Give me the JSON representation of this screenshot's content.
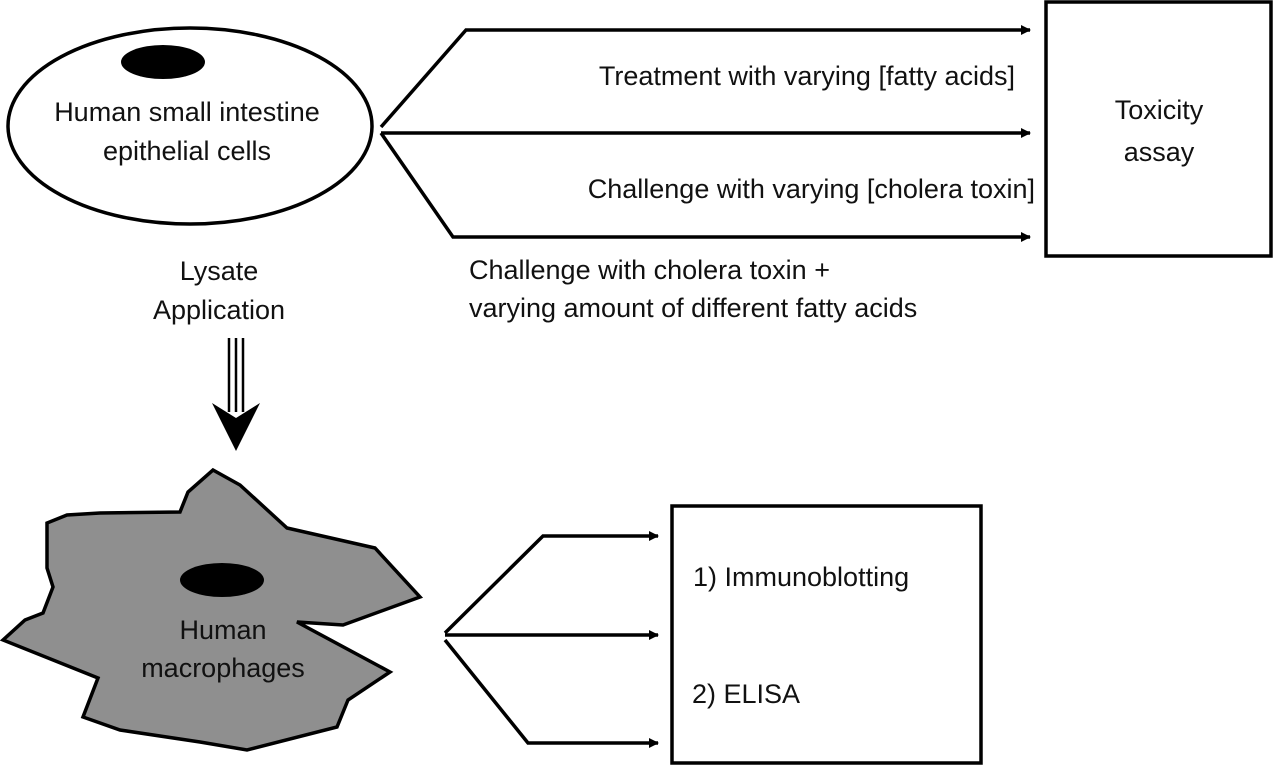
{
  "diagram": {
    "epithelial_cell": {
      "label_line1": "Human small intestine",
      "label_line2": "epithelial cells",
      "fill": "#ffffff",
      "nucleus_color": "#000000"
    },
    "branches_top": [
      {
        "label": "Treatment with varying [fatty acids]"
      },
      {
        "label": "Challenge with varying [cholera toxin]"
      },
      {
        "label_line1": "Challenge with cholera toxin +",
        "label_line2": "varying amount of different fatty acids"
      }
    ],
    "toxicity_box": {
      "label_line1": "Toxicity",
      "label_line2": "assay"
    },
    "transfer": {
      "label_line1": "Lysate",
      "label_line2": "Application"
    },
    "macrophage": {
      "label_line1": "Human",
      "label_line2": "macrophages",
      "fill": "#8f8f8f",
      "nucleus_color": "#000000"
    },
    "analysis_box": {
      "items": [
        "1) Immunoblotting",
        "2) ELISA"
      ]
    },
    "stroke_color": "#000000"
  }
}
